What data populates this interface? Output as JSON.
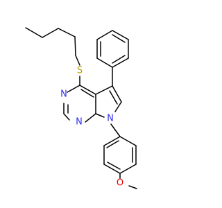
{
  "molecule": {
    "atom_labels": {
      "S": "S",
      "N_top": "N",
      "N_bottom": "N",
      "N_pyrrole": "N",
      "O": "O"
    },
    "colors": {
      "bond": "#000000",
      "S": "#B8A000",
      "N": "#3030F0",
      "O": "#E00000"
    }
  }
}
